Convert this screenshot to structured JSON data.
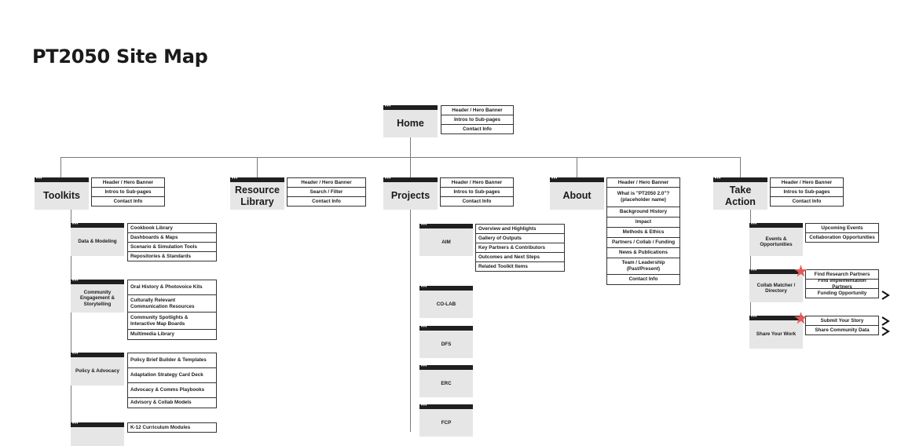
{
  "title": "PT2050 Site Map",
  "icons": {
    "window_dots": "•••",
    "star": "star-icon",
    "arrow": "arrow-right-icon"
  },
  "colors": {
    "card_bg": "#e6e6e6",
    "bar": "#1f1f1f",
    "star": "#e15a5a",
    "line": "#7a7a7a"
  },
  "home": {
    "label": "Home",
    "items": [
      "Header / Hero Banner",
      "Intros to Sub-pages",
      "Contact Info"
    ]
  },
  "sections": {
    "toolkits": {
      "label": "Toolkits",
      "items": [
        "Header / Hero Banner",
        "Intros to Sub-pages",
        "Contact Info"
      ],
      "children": [
        {
          "label": "Data & Modeling",
          "items": [
            "Cookbook Library",
            "Dashboards & Maps",
            "Scenario & Simulation Tools",
            "Repositories & Standards"
          ]
        },
        {
          "label": "Community Engagement & Storytelling",
          "items": [
            "Oral History & Photovoice Kits",
            "Culturally Relevant Communication Resources",
            "Community Spotlights & Interactive Map Boards",
            "Multimedia Library"
          ]
        },
        {
          "label": "Policy & Advocacy",
          "items": [
            "Policy Brief Builder & Templates",
            "Adaptation Strategy Card Deck",
            "Advocacy & Comms Playbooks",
            "Advisory & Collab Models"
          ]
        },
        {
          "label": "",
          "items": [
            "K-12 Curriculum Modules"
          ]
        }
      ]
    },
    "resource_library": {
      "label": "Resource Library",
      "items": [
        "Header / Hero Banner",
        "Search / Filter",
        "Contact Info"
      ]
    },
    "projects": {
      "label": "Projects",
      "items": [
        "Header / Hero Banner",
        "Intros to Sub-pages",
        "Contact Info"
      ],
      "children": [
        {
          "label": "AIM",
          "items": [
            "Overview and Highlights",
            "Gallery of Outputs",
            "Key Partners & Contributors",
            "Outcomes and Next Steps",
            "Related Toolkit Items"
          ]
        },
        {
          "label": "CO-LAB"
        },
        {
          "label": "DFS"
        },
        {
          "label": "ERC"
        },
        {
          "label": "FCP"
        }
      ]
    },
    "about": {
      "label": "About",
      "items": [
        "Header / Hero Banner",
        "What is \"PT2050 2.0\"? (placeholder name)",
        "Background History",
        "Impact",
        "Methods & Ethics",
        "Partners / Collab / Funding",
        "News & Publications",
        "Team / Leadership (Past/Present)",
        "Contact Info"
      ]
    },
    "take_action": {
      "label": "Take Action",
      "items": [
        "Header / Hero Banner",
        "Intros to Sub-pages",
        "Contact Info"
      ],
      "children": [
        {
          "label": "Events & Opportunities",
          "items": [
            "Upcoming Events",
            "Collaboration Opportunities"
          ]
        },
        {
          "label": "Collab Matcher / Directory",
          "items": [
            "Find Research Partners",
            "Find Implementation Partners",
            "Funding Opportunity"
          ]
        },
        {
          "label": "Share Your Work",
          "items": [
            "Submit Your Story",
            "Share Community Data"
          ]
        }
      ]
    }
  }
}
